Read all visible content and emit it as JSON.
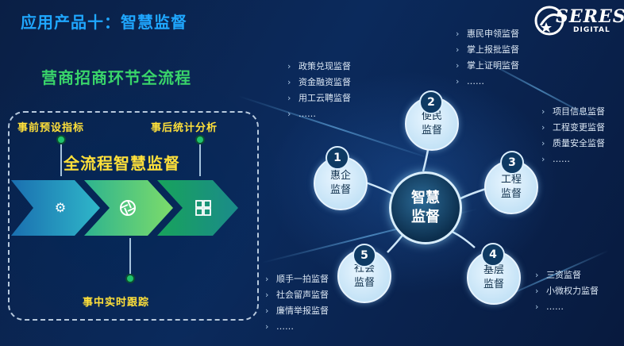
{
  "slide": {
    "title": "应用产品十：智慧监督"
  },
  "logo": {
    "word": "SERES",
    "sub": "DIGITAL"
  },
  "process": {
    "section_title": "营商招商环节全流程",
    "before_label": "事前预设指标",
    "after_label": "事后统计分析",
    "during_label": "事中实时跟踪",
    "headline": "全流程智慧监督",
    "colors": {
      "green": "#39d46a",
      "yellow": "#ffe03a"
    },
    "icons": [
      "gear-icon",
      "aperture-icon",
      "windows-icon"
    ]
  },
  "hub": {
    "line1": "智慧",
    "line2": "监督"
  },
  "nodes": [
    {
      "num": "1",
      "line1": "惠企",
      "line2": "监督",
      "items": [
        "政策兑现监督",
        "资金融资监督",
        "用工云聘监督",
        "……"
      ]
    },
    {
      "num": "2",
      "line1": "便民",
      "line2": "监督",
      "items": [
        "惠民申领监督",
        "掌上报批监督",
        "掌上证明监督",
        "……"
      ]
    },
    {
      "num": "3",
      "line1": "工程",
      "line2": "监督",
      "items": [
        "项目信息监督",
        "工程变更监督",
        "质量安全监督",
        "……"
      ]
    },
    {
      "num": "4",
      "line1": "基层",
      "line2": "监督",
      "items": [
        "三资监督",
        "小微权力监督",
        "……"
      ]
    },
    {
      "num": "5",
      "line1": "社会",
      "line2": "监督",
      "items": [
        "顺手一拍监督",
        "社会留声监督",
        "廉情举报监督",
        "……"
      ]
    }
  ]
}
